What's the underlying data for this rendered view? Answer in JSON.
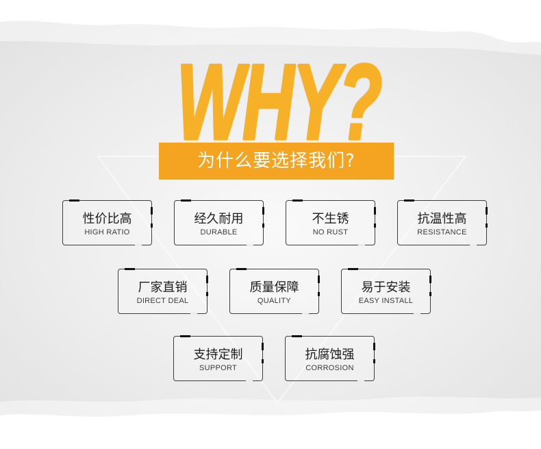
{
  "headline": "WHY?",
  "banner": {
    "text": "为什么要选择我们?"
  },
  "colors": {
    "headline": "#f7b128",
    "banner": "#f4a421",
    "title_text": "#1c1c1c",
    "frame": "#3c3c3c"
  },
  "features": [
    {
      "title": "性价比高",
      "subtitle": "HIGH RATIO"
    },
    {
      "title": "经久耐用",
      "subtitle": "DURABLE"
    },
    {
      "title": "不生锈",
      "subtitle": "NO RUST"
    },
    {
      "title": "抗温性高",
      "subtitle": "RESISTANCE"
    },
    {
      "title": "厂家直销",
      "subtitle": "DIRECT DEAL"
    },
    {
      "title": "质量保障",
      "subtitle": "QUALITY"
    },
    {
      "title": "易于安装",
      "subtitle": "EASY INSTALL"
    },
    {
      "title": "支持定制",
      "subtitle": "SUPPORT"
    },
    {
      "title": "抗腐蚀强",
      "subtitle": "CORROSION"
    }
  ]
}
